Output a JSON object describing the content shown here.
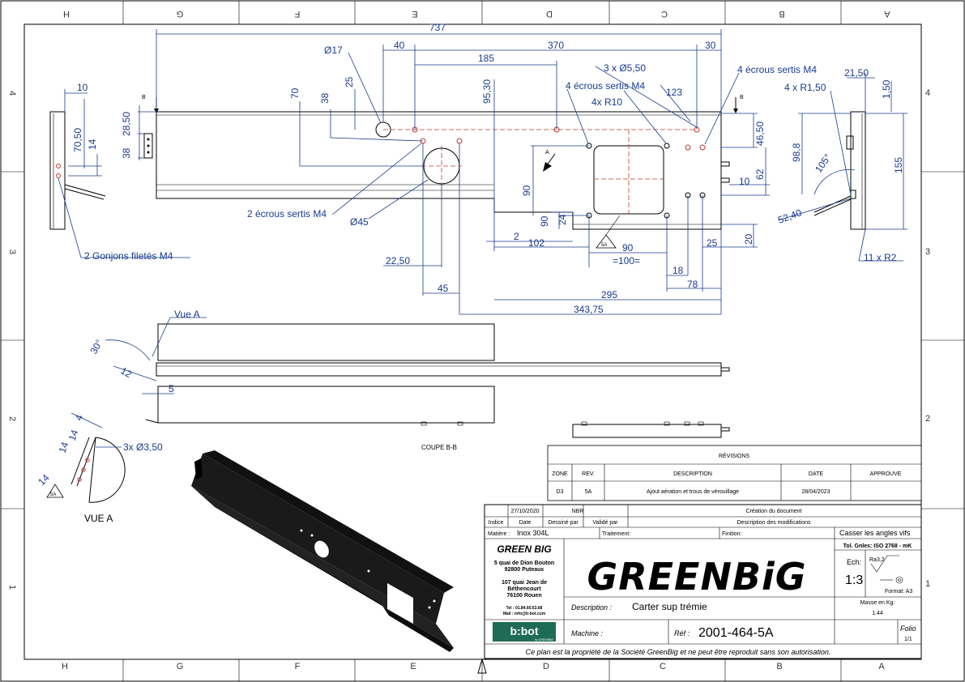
{
  "zones": {
    "top": [
      "H",
      "G",
      "F",
      "E",
      "D",
      "C",
      "B",
      "A"
    ],
    "side_left": [
      "4",
      "3",
      "2",
      "1"
    ],
    "side_right": [
      "4",
      "3",
      "2",
      "1"
    ]
  },
  "dimensions": {
    "d737": "737",
    "d40": "40",
    "d370": "370",
    "d30": "30",
    "d185": "185",
    "phi17": "Ø17",
    "holes3": "3 x Ø5,50",
    "d123": "123",
    "d95_30": "95,30",
    "d70": "70",
    "d38": "38",
    "d25": "25",
    "d28_50": "28,50",
    "d38b": "38",
    "x4r10": "4x R10",
    "d46_50": "46,50",
    "d62": "62",
    "d10": "10",
    "d20": "20",
    "d25b": "25",
    "d90v": "90",
    "d24": "24",
    "d2": "2",
    "d102": "102",
    "d90h": "90",
    "d100": "=100=",
    "d18": "18",
    "d78": "78",
    "d22_50": "22,50",
    "phi45": "Ø45",
    "d45": "45",
    "d295": "295",
    "d343_75": "343,75",
    "left_10": "10",
    "left_70_50": "70,50",
    "left_14": "14",
    "right_21_50": "21,50",
    "right_1_50": "1,50",
    "right_4r150": "4 x R1,50",
    "right_98_8": "98,8",
    "right_155": "155",
    "right_105": "105°",
    "right_52_40": "52,40",
    "right_11r2": "11 x R2",
    "vue_30": "30°",
    "vue_12": "12",
    "vue_5": "5",
    "vueA_4": "4",
    "vueA_14a": "14",
    "vueA_14b": "14",
    "vueA_holes": "3x Ø3,50"
  },
  "labels": {
    "ecrous_4a": "4 écrous sertis M4",
    "ecrous_4b": "4 écrous sertis M4",
    "ecrous_2": "2 écrous sertis M4",
    "gonjons": "2 Gonjons filetés M4",
    "vue_a_callout": "Vue A",
    "vue_a_title": "VUE A",
    "coupe": "COUPE B-B",
    "section_b": "B",
    "arrow_a": "A",
    "weld": "5A"
  },
  "revisions": {
    "title": "RÉVISIONS",
    "headers": [
      "ZONE",
      "REV.",
      "DESCRIPTION",
      "DATE",
      "APPROUVE"
    ],
    "row": [
      "D3",
      "5A",
      "Ajout aération et trous de vérouillage",
      "28/04/2023",
      ""
    ]
  },
  "titleblock": {
    "date_creation": "27/10/2020",
    "nbr": "NBR",
    "creation_label": "Création du document",
    "col_indice": "Indice",
    "col_date": "Date",
    "col_dessine": "Dessiné par",
    "col_valide": "Validé par",
    "col_desc": "Description des modifications",
    "matiere_label": "Matière :",
    "matiere": "Inox 304L",
    "traitement_label": "Traitement:",
    "finition_label": "Finition:",
    "casser": "Casser les angles vifs",
    "company": "GREEN BIG",
    "addr1": "5 quai de Dion Bouton",
    "addr2": "92800 Puteaux",
    "addr3": "107 quai Jean de",
    "addr4": "Béthencourt",
    "addr5": "76100 Rouen",
    "tel": "Tel : 01.84.60.63.68",
    "mail": "Mail : info@b-bot.com",
    "logo_text": "GREENBiG",
    "tol": "Tol. Gnles: ISO 2768 - mK",
    "ech_label": "Ech:",
    "ech": "1:3",
    "ra": "Ra3,2",
    "format": "Format: A3",
    "desc_label": "Description :",
    "desc": "Carter sup trémie",
    "masse_label": "Masse en Kg:",
    "masse": "1.44",
    "machine_label": "Machine :",
    "ref_label": "Réf :",
    "ref": "2001-464-5A",
    "folio_label": "Folio",
    "folio": "1/1",
    "bbot": "b:bot",
    "bbot_sub": "by GREENBIG",
    "footer": "Ce plan est la propriété de la Société GreenBig et ne peut être reproduit sans son autorisation."
  },
  "colors": {
    "dimension": "#1a3a8f",
    "center": "#c0392b",
    "bbot_bg": "#1e6b56"
  }
}
